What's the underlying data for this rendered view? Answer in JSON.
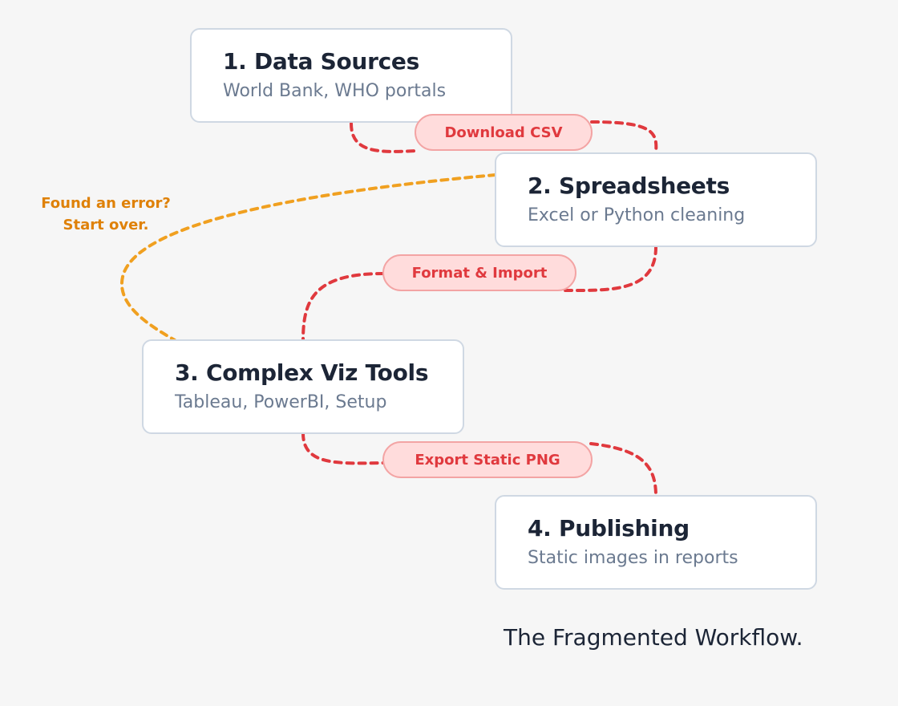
{
  "colors": {
    "background": "#f6f6f6",
    "node_border": "#cfd8e3",
    "forward_connector": "#e0393e",
    "loop_connector": "#f0a020",
    "pill_fill": "#ffdcdc",
    "note_text": "#df8108"
  },
  "steps": [
    {
      "title": "1. Data Sources",
      "subtitle": "World Bank, WHO portals"
    },
    {
      "title": "2. Spreadsheets",
      "subtitle": "Excel or Python cleaning"
    },
    {
      "title": "3. Complex Viz Tools",
      "subtitle": "Tableau, PowerBI, Setup"
    },
    {
      "title": "4. Publishing",
      "subtitle": "Static images in reports"
    }
  ],
  "transitions": [
    {
      "label": "Download CSV"
    },
    {
      "label": "Format & Import"
    },
    {
      "label": "Export Static PNG"
    }
  ],
  "loop_note": {
    "line1": "Found an error?",
    "line2": "Start over."
  },
  "caption": "The Fragmented Workflow."
}
